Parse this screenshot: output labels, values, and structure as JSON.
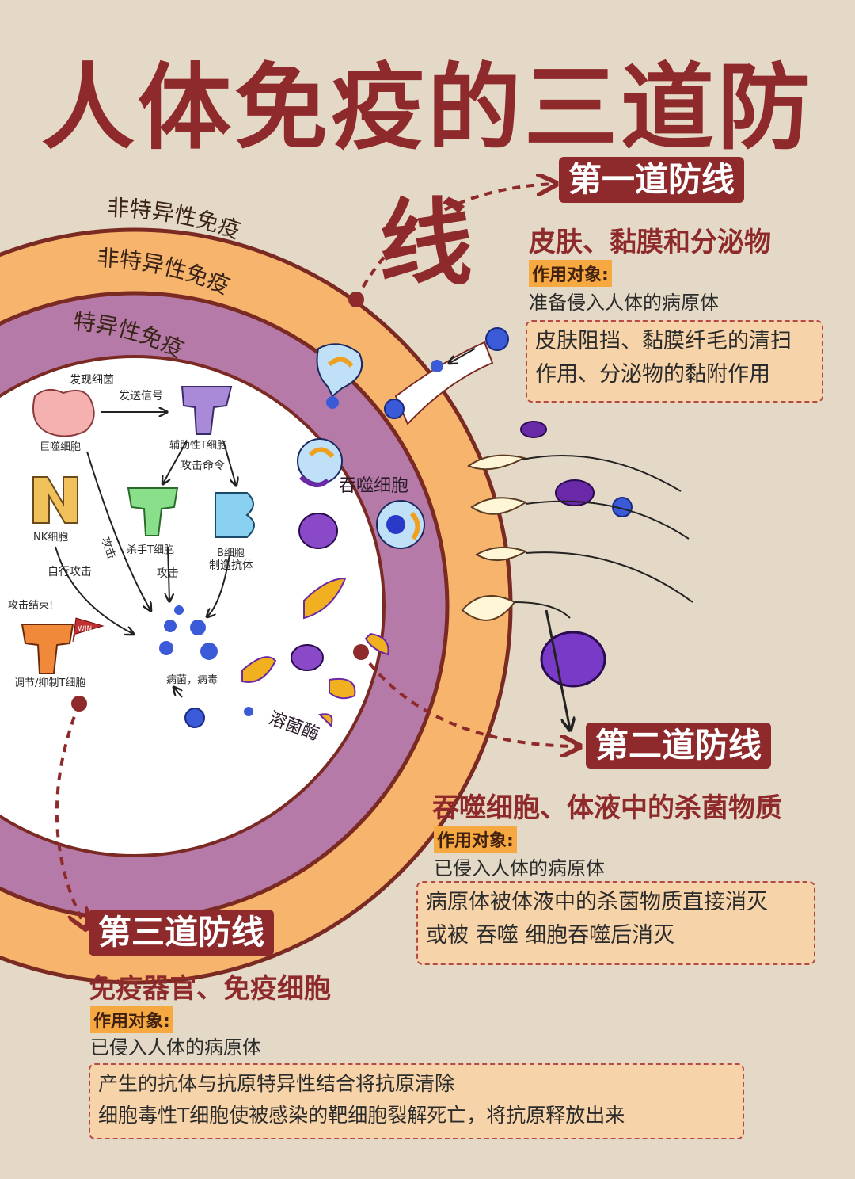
{
  "title": "人体免疫的三道防线",
  "rings": {
    "outer": "非特异性免疫",
    "middle": "非特异性免疫",
    "inner": "特异性免疫"
  },
  "inner_cells": {
    "macrophage": "巨噬细胞",
    "found_bacteria": "发现细菌",
    "send_signal": "发送信号",
    "helper_t": "辅助性T细胞",
    "attack_command": "攻击命令",
    "nk": "NK细胞",
    "killer_t": "杀手T细胞",
    "b_cell": "B细胞",
    "make_antibody": "制造抗体",
    "self_attack": "自行攻击",
    "attack1": "攻击",
    "attack2": "攻击",
    "attack_end": "攻击结束!",
    "win": "WIN",
    "regulatory_t": "调节/抑制T细胞",
    "bacteria_virus": "病菌，病毒"
  },
  "middle_labels": {
    "phagocyte": "吞噬细胞",
    "lysozyme": "溶菌酶"
  },
  "first_line": {
    "badge": "第一道防线",
    "heading": "皮肤、黏膜和分泌物",
    "target_label": "作用对象:",
    "target": "准备侵入人体的病原体",
    "desc": [
      "皮肤阻挡、黏膜纤毛的清扫",
      "作用、分泌物的黏附作用"
    ]
  },
  "second_line": {
    "badge": "第二道防线",
    "heading": "吞噬细胞、体液中的杀菌物质",
    "target_label": "作用对象:",
    "target": "已侵入人体的病原体",
    "desc": [
      "病原体被体液中的杀菌物质直接消灭",
      "或被 吞噬 细胞吞噬后消灭"
    ]
  },
  "third_line": {
    "badge": "第三道防线",
    "heading": "免疫器官、免疫细胞",
    "target_label": "作用对象:",
    "target": "已侵入人体的病原体",
    "desc": [
      "产生的抗体与抗原特异性结合将抗原清除",
      "细胞毒性T细胞使被感染的靶细胞裂解死亡，将抗原释放出来"
    ]
  },
  "colors": {
    "brand": "#8f2a2c",
    "outer_ring": "#f6b46c",
    "middle_ring": "#b57aa8",
    "inner_core": "#ffffff",
    "virus": "#3b5ad8",
    "highlight": "#f6a841"
  }
}
